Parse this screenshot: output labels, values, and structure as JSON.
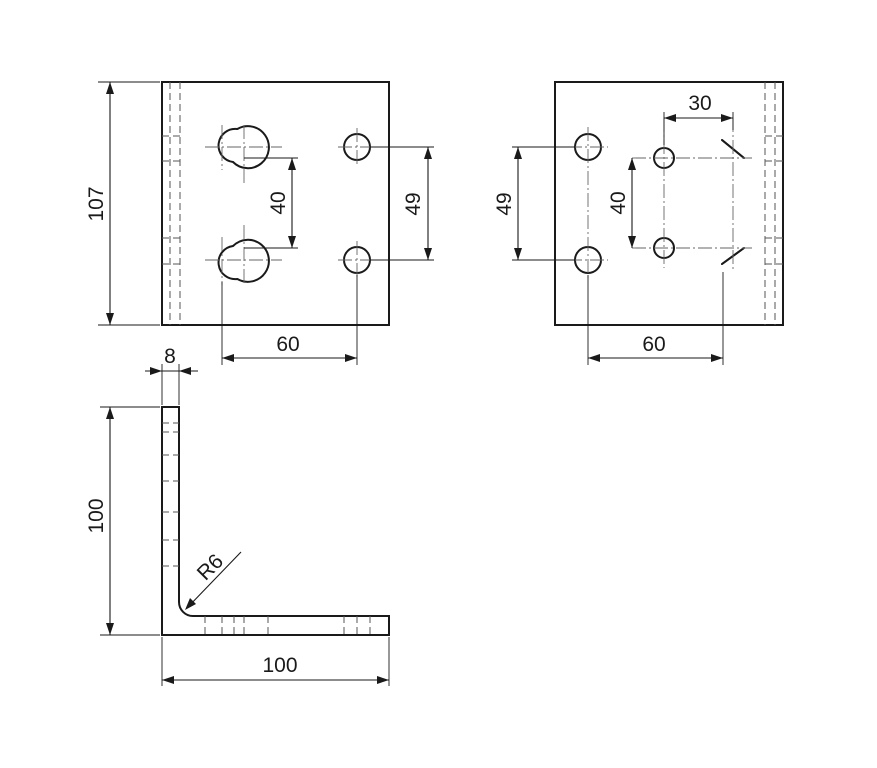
{
  "dimensions": {
    "front_height": "107",
    "front_keyhole_pitch": "40",
    "front_hole_pitch": "49",
    "front_horizontal_spacing": "60",
    "rear_hole_pitch": "49",
    "rear_small_hole_pitch": "40",
    "rear_slot_offset": "30",
    "rear_horizontal_spacing": "60",
    "side_thickness": "8",
    "side_height": "100",
    "side_bend_radius": "R6",
    "side_length": "100"
  },
  "colors": {
    "line": "#1a1a1a",
    "background": "#ffffff"
  }
}
